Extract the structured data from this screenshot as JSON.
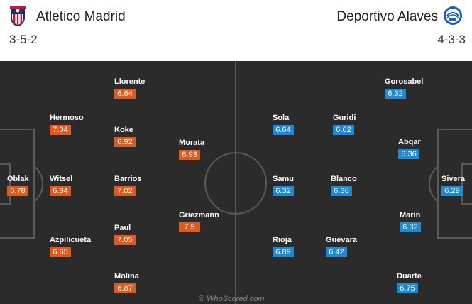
{
  "colors": {
    "home_rating": "#e05a1e",
    "away_rating": "#1e8ad6",
    "pitch": "#2b2b2b",
    "lines": "#5a5a5a"
  },
  "home": {
    "name": "Atletico Madrid",
    "formation": "3-5-2",
    "crest_icon": "atletico-crest-icon",
    "players": [
      {
        "name": "Oblak",
        "rating": "6.78"
      },
      {
        "name": "Hermoso",
        "rating": "7.04"
      },
      {
        "name": "Witsel",
        "rating": "6.84"
      },
      {
        "name": "Azpilicueta",
        "rating": "6.65"
      },
      {
        "name": "Llorente",
        "rating": "6.64"
      },
      {
        "name": "Koke",
        "rating": "6.92"
      },
      {
        "name": "Barrios",
        "rating": "7.02"
      },
      {
        "name": "Paul",
        "rating": "7.05"
      },
      {
        "name": "Molina",
        "rating": "6.87"
      },
      {
        "name": "Morata",
        "rating": "6.93"
      },
      {
        "name": "Griezmann",
        "rating": "7.5"
      }
    ]
  },
  "away": {
    "name": "Deportivo Alaves",
    "formation": "4-3-3",
    "crest_icon": "alaves-crest-icon",
    "players": [
      {
        "name": "Sola",
        "rating": "6.64"
      },
      {
        "name": "Samu",
        "rating": "6.32"
      },
      {
        "name": "Rioja",
        "rating": "6.89"
      },
      {
        "name": "Guridi",
        "rating": "6.62"
      },
      {
        "name": "Blanco",
        "rating": "6.36"
      },
      {
        "name": "Guevara",
        "rating": "6.42"
      },
      {
        "name": "Gorosabel",
        "rating": "6.32"
      },
      {
        "name": "Abqar",
        "rating": "6.36"
      },
      {
        "name": "Marín",
        "rating": "6.32"
      },
      {
        "name": "Duarte",
        "rating": "6.75"
      },
      {
        "name": "Sivera",
        "rating": "6.29"
      }
    ]
  },
  "watermark": "© WhoScored.com"
}
